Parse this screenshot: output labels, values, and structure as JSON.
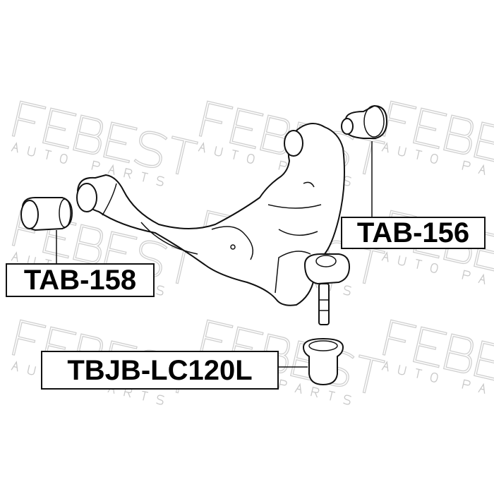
{
  "watermark": {
    "brand": "FEBEST",
    "tagline": "AUTO PARTS"
  },
  "labels": {
    "upper_bushing": "TAB-156",
    "front_bushing": "TAB-158",
    "ball_joint_boot": "TBJB-LC120L"
  }
}
